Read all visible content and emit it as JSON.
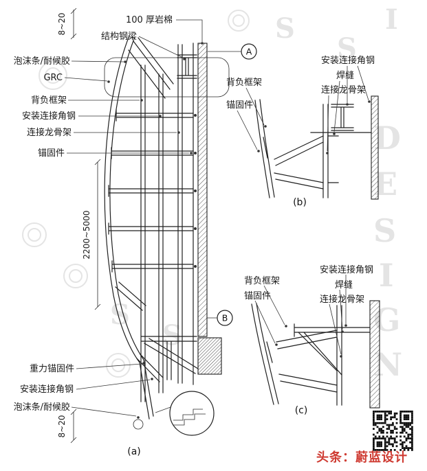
{
  "colors": {
    "line": "#1f1f1f",
    "label": "#1a1a1a",
    "watermark": "#e4e4e4",
    "accent_red": "#cf3b32"
  },
  "fig_a": {
    "caption": "(a)",
    "marker_a": "A",
    "marker_b": "B",
    "dim_top": "8~20",
    "dim_height": "2200~5000",
    "dim_bottom": "8~20",
    "labels": {
      "rockwool": "100 厚岩棉",
      "steel_beam": "结构钢梁",
      "foam_strip_top": "泡沫条/耐候胶",
      "grc": "GRC",
      "back_frame": "背负框架",
      "angle_steel": "安装连接角钢",
      "keel_frame": "连接龙骨架",
      "anchor": "锚固件",
      "gravity_anchor": "重力锚固件",
      "angle_steel_bottom": "安装连接角钢",
      "foam_strip_bottom": "泡沫条/耐候胶"
    }
  },
  "fig_b": {
    "caption": "(b)",
    "labels": {
      "angle_steel": "安装连接角钢",
      "back_frame": "背负框架",
      "weld": "焊缝",
      "keel_frame": "连接龙骨架",
      "anchor": "锚固件"
    }
  },
  "fig_c": {
    "caption": "(c)",
    "labels": {
      "angle_steel": "安装连接角钢",
      "back_frame": "背负框架",
      "weld": "焊缝",
      "keel_frame": "连接龙骨架",
      "anchor": "锚固件"
    }
  },
  "watermark": {
    "brand": "头条：蔚蓝设计",
    "letters": [
      "S",
      "I",
      "S",
      "D",
      "E",
      "S",
      "I",
      "G",
      "N",
      "S",
      "S"
    ]
  }
}
